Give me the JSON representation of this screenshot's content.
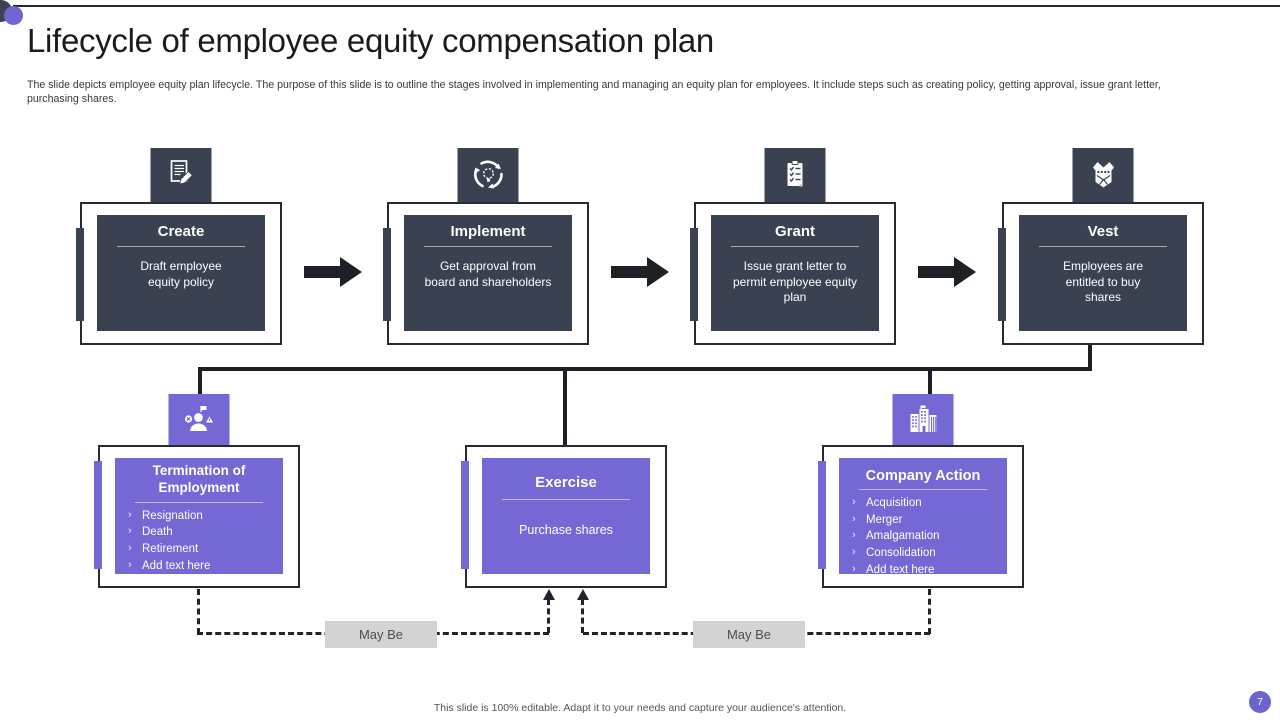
{
  "slide": {
    "title": "Lifecycle of employee equity compensation plan",
    "description": "The slide depicts employee equity plan lifecycle. The purpose of this slide is to outline the stages involved in implementing  and managing an equity plan for employees. It include steps such as creating policy, getting approval, issue grant letter, purchasing shares.",
    "footer_note": "This slide is 100% editable.  Adapt it to your needs and capture your audience's attention.",
    "page_number": "7"
  },
  "colors": {
    "dark_box": "#3a4150",
    "purple_box": "#7468d4",
    "connector": "#1d2126",
    "label_bg": "#d3d3d3",
    "page_badge": "#6b64cd"
  },
  "top_stages": [
    {
      "title": "Create",
      "description": "Draft employee equity policy",
      "icon": "document-pen-icon"
    },
    {
      "title": "Implement",
      "description": "Get approval from board and shareholders",
      "icon": "cycle-bulb-icon"
    },
    {
      "title": "Grant",
      "description": "Issue grant letter to permit employee equity plan",
      "icon": "clipboard-checklist-icon"
    },
    {
      "title": "Vest",
      "description": "Employees are entitled to buy shares",
      "icon": "vest-icon"
    }
  ],
  "bottom_stages": [
    {
      "title": "Termination of Employment",
      "items": [
        "Resignation",
        "Death",
        "Retirement",
        "Add text here"
      ],
      "icon": "terminated-employee-icon"
    },
    {
      "title": "Exercise",
      "description": "Purchase shares"
    },
    {
      "title": "Company Action",
      "items": [
        "Acquisition",
        "Merger",
        "Amalgamation",
        "Consolidation",
        "Add text here"
      ],
      "icon": "company-buildings-icon"
    }
  ],
  "connector_labels": {
    "left": "May Be",
    "right": "May Be"
  },
  "bullet_marker": "›"
}
